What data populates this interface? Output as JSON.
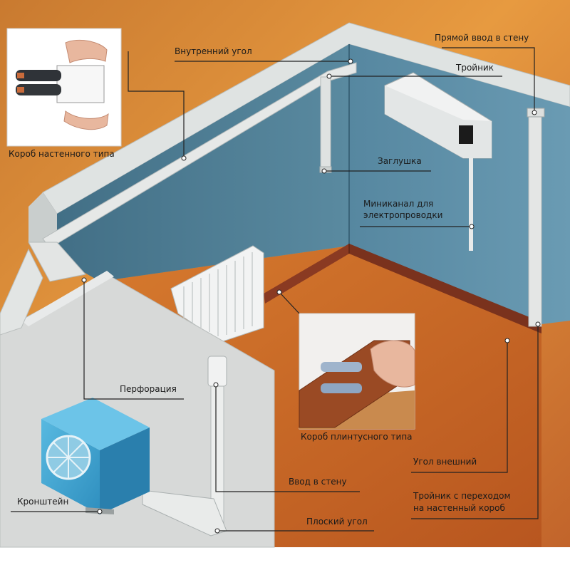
{
  "labels": {
    "wall_box": "Короб настенного типа",
    "inner_corner": "Внутренний угол",
    "direct_entry": "Прямой ввод в стену",
    "tee": "Тройник",
    "end_cap": "Заглушка",
    "mini_channel_line1": "Миниканал для",
    "mini_channel_line2": "электропроводки",
    "perforation": "Перфорация",
    "skirting_box": "Короб плинтусного типа",
    "outer_corner": "Угол внешний",
    "wall_entry": "Ввод  в стену",
    "bracket": "Кронштейн",
    "tee_transition_line1": "Тройник с переходом",
    "tee_transition_line2": "на настенный короб",
    "flat_corner": "Плоский угол"
  },
  "colors": {
    "background_orange": "#d98a3c",
    "background_dark": "#b8652a",
    "wall_blue": "#4f7f96",
    "wall_blue_dark": "#3e6b82",
    "wall_top": "#dfe3e2",
    "floor": "#c96a28",
    "skirting": "#8a3a22",
    "front_wall": "#d7d9d8",
    "duct": "#e4e6e5",
    "ac_unit": "#3ea6d3",
    "leader_line": "#222222"
  }
}
